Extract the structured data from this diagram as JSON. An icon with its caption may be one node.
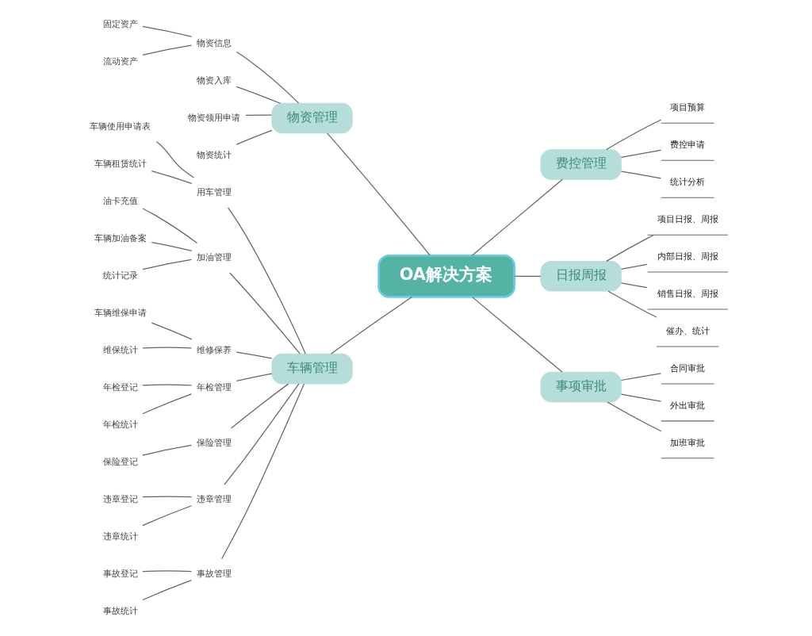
{
  "diagram": {
    "nodes": [
      {
        "text": [
          "OA解决方案"
        ]
      },
      {
        "text": [
          "物资管理"
        ]
      },
      {
        "text": [
          "物资信息"
        ]
      },
      {
        "text": [
          "固定资产"
        ]
      },
      {
        "text": [
          "流动资产"
        ]
      },
      {
        "text": [
          "物资入库"
        ]
      },
      {
        "text": [
          "物资领用申请"
        ]
      },
      {
        "text": [
          "物资统计"
        ]
      },
      {
        "text": [
          "车辆管理"
        ]
      },
      {
        "text": [
          "用车管理"
        ]
      },
      {
        "text": [
          "车辆使用申请表"
        ]
      },
      {
        "text": [
          "车辆租赁统计"
        ]
      },
      {
        "text": [
          "加油管理"
        ]
      },
      {
        "text": [
          "油卡充值"
        ]
      },
      {
        "text": [
          "车辆加油备案"
        ]
      },
      {
        "text": [
          "统计记录"
        ]
      },
      {
        "text": [
          "维修保养"
        ]
      },
      {
        "text": [
          "车辆维保申请"
        ]
      },
      {
        "text": [
          "维保统计"
        ]
      },
      {
        "text": [
          "年检管理"
        ]
      },
      {
        "text": [
          "年检登记"
        ]
      },
      {
        "text": [
          "年检统计"
        ]
      },
      {
        "text": [
          "保险管理"
        ]
      },
      {
        "text": [
          "保险登记"
        ]
      },
      {
        "text": [
          "违章管理"
        ]
      },
      {
        "text": [
          "违章登记"
        ]
      },
      {
        "text": [
          "违章统计"
        ]
      },
      {
        "text": [
          "事故管理"
        ]
      },
      {
        "text": [
          "事故登记"
        ]
      },
      {
        "text": [
          "事故统计"
        ]
      },
      {
        "text": [
          "费控管理"
        ]
      },
      {
        "text": [
          "项目预算"
        ]
      },
      {
        "text": [
          "费控申请"
        ]
      },
      {
        "text": [
          "统计分析"
        ]
      },
      {
        "text": [
          "日报周报"
        ]
      },
      {
        "text": [
          "项目日报、周报"
        ]
      },
      {
        "text": [
          "内部日报、周报"
        ]
      },
      {
        "text": [
          "销售日报、周报"
        ]
      },
      {
        "text": [
          "催办、统计"
        ]
      },
      {
        "text": [
          "事项审批"
        ]
      },
      {
        "text": [
          "合同审批"
        ]
      },
      {
        "text": [
          "外出审批"
        ]
      },
      {
        "text": [
          "加班审批"
        ]
      }
    ],
    "edges": [
      {
        "from": 0,
        "to": 1,
        "arrow": "none"
      },
      {
        "from": 1,
        "to": 2,
        "arrow": "none"
      },
      {
        "from": 2,
        "to": 3,
        "arrow": "none"
      },
      {
        "from": 2,
        "to": 4,
        "arrow": "none"
      },
      {
        "from": 1,
        "to": 5,
        "arrow": "none"
      },
      {
        "from": 1,
        "to": 6,
        "arrow": "none"
      },
      {
        "from": 1,
        "to": 7,
        "arrow": "none"
      },
      {
        "from": 0,
        "to": 8,
        "arrow": "none"
      },
      {
        "from": 8,
        "to": 9,
        "arrow": "none"
      },
      {
        "from": 9,
        "to": 10,
        "arrow": "none"
      },
      {
        "from": 9,
        "to": 11,
        "arrow": "none"
      },
      {
        "from": 8,
        "to": 12,
        "arrow": "none"
      },
      {
        "from": 12,
        "to": 13,
        "arrow": "none"
      },
      {
        "from": 12,
        "to": 14,
        "arrow": "none"
      },
      {
        "from": 12,
        "to": 15,
        "arrow": "none"
      },
      {
        "from": 8,
        "to": 16,
        "arrow": "none"
      },
      {
        "from": 16,
        "to": 17,
        "arrow": "none"
      },
      {
        "from": 16,
        "to": 18,
        "arrow": "none"
      },
      {
        "from": 8,
        "to": 19,
        "arrow": "none"
      },
      {
        "from": 19,
        "to": 20,
        "arrow": "none"
      },
      {
        "from": 19,
        "to": 21,
        "arrow": "none"
      },
      {
        "from": 8,
        "to": 22,
        "arrow": "none"
      },
      {
        "from": 22,
        "to": 23,
        "arrow": "none"
      },
      {
        "from": 8,
        "to": 24,
        "arrow": "none"
      },
      {
        "from": 24,
        "to": 25,
        "arrow": "none"
      },
      {
        "from": 24,
        "to": 26,
        "arrow": "none"
      },
      {
        "from": 8,
        "to": 27,
        "arrow": "none"
      },
      {
        "from": 27,
        "to": 28,
        "arrow": "none"
      },
      {
        "from": 27,
        "to": 29,
        "arrow": "none"
      },
      {
        "from": 0,
        "to": 30,
        "arrow": "none"
      },
      {
        "from": 30,
        "to": 31,
        "arrow": "none"
      },
      {
        "from": 30,
        "to": 32,
        "arrow": "none"
      },
      {
        "from": 30,
        "to": 33,
        "arrow": "none"
      },
      {
        "from": 0,
        "to": 34,
        "arrow": "none"
      },
      {
        "from": 34,
        "to": 35,
        "arrow": "none"
      },
      {
        "from": 34,
        "to": 36,
        "arrow": "none"
      },
      {
        "from": 34,
        "to": 37,
        "arrow": "none"
      },
      {
        "from": 34,
        "to": 38,
        "arrow": "none"
      },
      {
        "from": 0,
        "to": 39,
        "arrow": "none"
      },
      {
        "from": 39,
        "to": 40,
        "arrow": "none"
      },
      {
        "from": 39,
        "to": 41,
        "arrow": "none"
      },
      {
        "from": 39,
        "to": 42,
        "arrow": "none"
      }
    ]
  }
}
